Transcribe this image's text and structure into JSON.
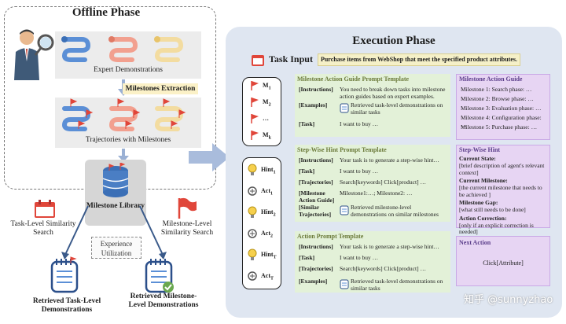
{
  "offline": {
    "title": "Offline Phase",
    "expert_demos": "Expert Demonstrations",
    "milestones_extraction": "Milestones Extraction",
    "trajectories": "Trajectories with Milestones",
    "library": "Milestone Library",
    "task_search": "Task-Level Similarity Search",
    "milestone_search": "Milestone-Level Similarity Search",
    "experience": "Experience Utilization",
    "retrieved_task": "Retrieved Task-Level Demonstrations",
    "retrieved_milestone": "Retrieved Milestone-Level Demonstrations"
  },
  "execution": {
    "title": "Execution Phase",
    "task_input_label": "Task Input",
    "task_input_text": "Purchase items from WebShop that meet the specified product attributes.",
    "milestones": [
      "M",
      "M",
      "…",
      "M"
    ],
    "milestone_subs": [
      "1",
      "2",
      "",
      "k"
    ],
    "hint_act": [
      {
        "label": "Hint",
        "sub": "1"
      },
      {
        "label": "Act",
        "sub": "1"
      },
      {
        "label": "Hint",
        "sub": "2"
      },
      {
        "label": "Act",
        "sub": "2"
      },
      {
        "label": "Hint",
        "sub": "T"
      },
      {
        "label": "Act",
        "sub": "T"
      }
    ],
    "guide_template": {
      "title": "Milestone Action Guide Prompt Template",
      "rows": [
        {
          "k": "[Instructions]",
          "v": "You need to break down tasks into milestone action guides based on expert examples."
        },
        {
          "k": "[Examples]",
          "v": "Retrieved task-level demonstrations on similar tasks"
        },
        {
          "k": "[Task]",
          "v": "I want to buy …"
        }
      ]
    },
    "guide_output": {
      "title": "Milestone Action Guide",
      "items": [
        "Milestone 1: Search phase: …",
        "Milestone 2: Browse phase: …",
        "Milestone 3: Evaluation phase: …",
        "Milestone 4: Configuration phase: …",
        "Milestone 5: Purchase phase: …"
      ]
    },
    "hint_template": {
      "title": "Step-Wise Hint Prompt Template",
      "rows": [
        {
          "k": "[Instructions]",
          "v": "Your task is to generate a step-wise hint…"
        },
        {
          "k": "[Task]",
          "v": "I want to buy …"
        },
        {
          "k": "[Trajectories]",
          "v": "Search[keywords] Click[product] …"
        },
        {
          "k": "[Milestone Action Guide]",
          "v": "Milestone1:…; Milestone2: …"
        },
        {
          "k": "[Similar Trajectories]",
          "v": "Retrieved milestone-level demonstrations on similar milestones"
        }
      ]
    },
    "hint_output": {
      "title": "Step-Wise Hint",
      "items": [
        {
          "k": "Current State:",
          "v": "[brief description of agent's relevant context]"
        },
        {
          "k": "Current Milestone:",
          "v": "[the current milestone that needs to be achieved ]"
        },
        {
          "k": "Milestone Gap:",
          "v": "[what still needs to be done]"
        },
        {
          "k": "Action Correction:",
          "v": "[only if an explicit correction is needed]"
        }
      ]
    },
    "action_template": {
      "title": "Action Prompt Template",
      "rows": [
        {
          "k": "[Instructions]",
          "v": "Your task is to generate a step-wise hint…"
        },
        {
          "k": "[Task]",
          "v": "I want to buy …"
        },
        {
          "k": "[Trajectories]",
          "v": "Search[keywords] Click[product] …"
        },
        {
          "k": "[Examples]",
          "v": "Retrieved task-level demonstrations on similar tasks"
        }
      ]
    },
    "next_action": {
      "title": "Next Action",
      "value": "Click[Attribute]"
    }
  },
  "watermark": "知乎 @sunnyzhao",
  "colors": {
    "exec_bg": "#dfe6f1",
    "green": "#e3f1d8",
    "purple": "#e7d5f3",
    "flag_red": "#e0463a",
    "arrow_blue": "#a9bcdc"
  }
}
